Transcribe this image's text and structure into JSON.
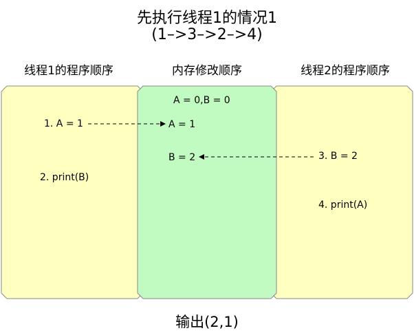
{
  "title": "先执行线程1的情况1",
  "subtitle": "(1–>3–>2–>4)",
  "columns": {
    "thread1": {
      "header": "线程1的程序顺序",
      "color": "#ffffc0"
    },
    "memory": {
      "header": "内存修改顺序",
      "color": "#c2fbc2"
    },
    "thread2": {
      "header": "线程2的程序顺序",
      "color": "#ffffc0"
    }
  },
  "thread1": {
    "step1": "1. A = 1",
    "step2": "2. print(B)"
  },
  "memory": {
    "initial": "A = 0,B = 0",
    "write_a": "A = 1",
    "write_b": "B = 2"
  },
  "thread2": {
    "step3": "3. B = 2",
    "step4": "4. print(A)"
  },
  "footer": "输出(2,1)"
}
